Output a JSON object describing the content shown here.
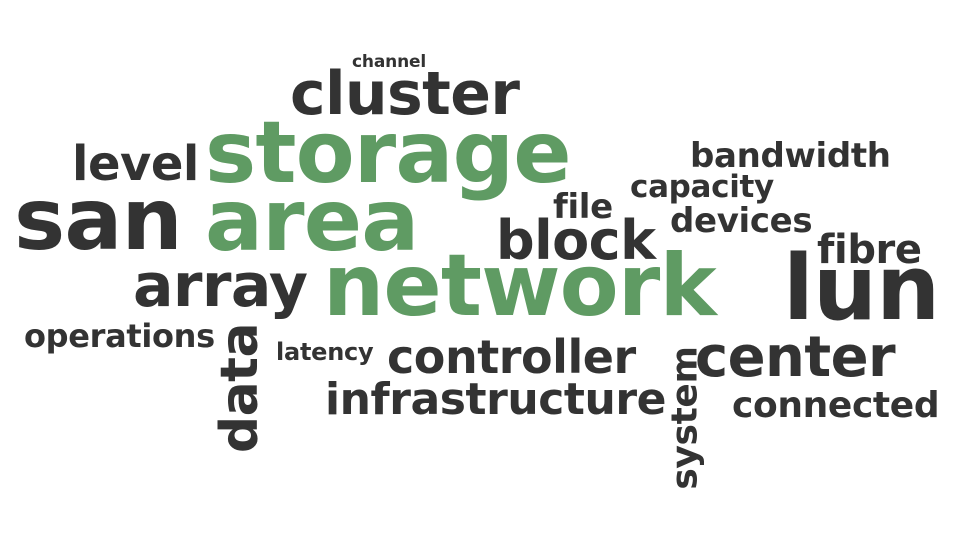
{
  "colors": {
    "primary": "#5f9b63",
    "secondary": "#333333",
    "background": "#ffffff"
  },
  "words": {
    "channel": "channel",
    "cluster": "cluster",
    "storage": "storage",
    "level": "level",
    "bandwidth": "bandwidth",
    "capacity": "capacity",
    "san": "san",
    "area": "area",
    "file": "file",
    "devices": "devices",
    "block": "block",
    "fibre": "fibre",
    "array": "array",
    "network": "network",
    "lun": "lun",
    "operations": "operations",
    "data": "data",
    "latency": "latency",
    "controller": "controller",
    "system": "system",
    "center": "center",
    "infrastructure": "infrastructure",
    "connected": "connected"
  }
}
